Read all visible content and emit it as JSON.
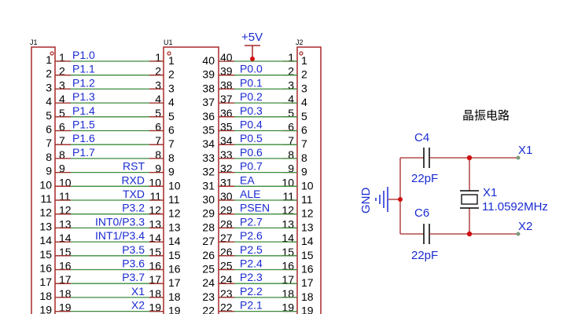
{
  "j1": {
    "ref": "J1",
    "pins": [
      {
        "outer": "1",
        "inner": "1",
        "sig": "P1.0"
      },
      {
        "outer": "2",
        "inner": "2",
        "sig": "P1.1"
      },
      {
        "outer": "3",
        "inner": "3",
        "sig": "P1.2"
      },
      {
        "outer": "4",
        "inner": "4",
        "sig": "P1.3"
      },
      {
        "outer": "5",
        "inner": "5",
        "sig": "P1.4"
      },
      {
        "outer": "6",
        "inner": "6",
        "sig": "P1.5"
      },
      {
        "outer": "7",
        "inner": "7",
        "sig": "P1.6"
      },
      {
        "outer": "8",
        "inner": "8",
        "sig": "P1.7"
      },
      {
        "outer": "9",
        "inner": "9",
        "sig": ""
      },
      {
        "outer": "10",
        "inner": "10",
        "sig": ""
      },
      {
        "outer": "11",
        "inner": "11",
        "sig": ""
      },
      {
        "outer": "12",
        "inner": "12",
        "sig": ""
      },
      {
        "outer": "13",
        "inner": "13",
        "sig": ""
      },
      {
        "outer": "14",
        "inner": "14",
        "sig": ""
      },
      {
        "outer": "15",
        "inner": "15",
        "sig": ""
      },
      {
        "outer": "16",
        "inner": "16",
        "sig": ""
      },
      {
        "outer": "17",
        "inner": "17",
        "sig": ""
      },
      {
        "outer": "18",
        "inner": "18",
        "sig": ""
      },
      {
        "outer": "19",
        "inner": "19",
        "sig": ""
      }
    ]
  },
  "u1": {
    "ref": "U1",
    "left_pins": [
      {
        "outer": "1",
        "inner": "1",
        "sig": ""
      },
      {
        "outer": "2",
        "inner": "2",
        "sig": ""
      },
      {
        "outer": "3",
        "inner": "3",
        "sig": ""
      },
      {
        "outer": "4",
        "inner": "4",
        "sig": ""
      },
      {
        "outer": "5",
        "inner": "5",
        "sig": ""
      },
      {
        "outer": "6",
        "inner": "6",
        "sig": ""
      },
      {
        "outer": "7",
        "inner": "7",
        "sig": ""
      },
      {
        "outer": "8",
        "inner": "8",
        "sig": ""
      },
      {
        "outer": "9",
        "inner": "9",
        "sig": "RST"
      },
      {
        "outer": "10",
        "inner": "10",
        "sig": "RXD"
      },
      {
        "outer": "11",
        "inner": "11",
        "sig": "TXD"
      },
      {
        "outer": "12",
        "inner": "12",
        "sig": "P3.2"
      },
      {
        "outer": "13",
        "inner": "13",
        "sig": "INT0/P3.3"
      },
      {
        "outer": "14",
        "inner": "14",
        "sig": "INT1/P3.4"
      },
      {
        "outer": "15",
        "inner": "15",
        "sig": "P3.5"
      },
      {
        "outer": "16",
        "inner": "16",
        "sig": "P3.6"
      },
      {
        "outer": "17",
        "inner": "17",
        "sig": "P3.7"
      },
      {
        "outer": "18",
        "inner": "18",
        "sig": "X1"
      },
      {
        "outer": "19",
        "inner": "19",
        "sig": "X2"
      }
    ],
    "right_pins": [
      {
        "outer": "40",
        "inner": "40",
        "sig": ""
      },
      {
        "outer": "39",
        "inner": "39",
        "sig": "P0.0"
      },
      {
        "outer": "38",
        "inner": "38",
        "sig": "P0.1"
      },
      {
        "outer": "37",
        "inner": "37",
        "sig": "P0.2"
      },
      {
        "outer": "36",
        "inner": "36",
        "sig": "P0.3"
      },
      {
        "outer": "35",
        "inner": "35",
        "sig": "P0.4"
      },
      {
        "outer": "34",
        "inner": "34",
        "sig": "P0.5"
      },
      {
        "outer": "33",
        "inner": "33",
        "sig": "P0.6"
      },
      {
        "outer": "32",
        "inner": "32",
        "sig": "P0.7"
      },
      {
        "outer": "31",
        "inner": "31",
        "sig": "EA"
      },
      {
        "outer": "30",
        "inner": "30",
        "sig": "ALE"
      },
      {
        "outer": "29",
        "inner": "29",
        "sig": "PSEN"
      },
      {
        "outer": "28",
        "inner": "28",
        "sig": "P2.7"
      },
      {
        "outer": "27",
        "inner": "27",
        "sig": "P2.6"
      },
      {
        "outer": "26",
        "inner": "26",
        "sig": "P2.5"
      },
      {
        "outer": "25",
        "inner": "25",
        "sig": "P2.4"
      },
      {
        "outer": "24",
        "inner": "24",
        "sig": "P2.3"
      },
      {
        "outer": "23",
        "inner": "23",
        "sig": "P2.2"
      },
      {
        "outer": "22",
        "inner": "22",
        "sig": "P2.1"
      }
    ]
  },
  "j2": {
    "ref": "J2",
    "pins": [
      "1",
      "2",
      "3",
      "4",
      "5",
      "6",
      "7",
      "8",
      "9",
      "10",
      "11",
      "12",
      "13",
      "14",
      "15",
      "16",
      "17",
      "18",
      "19"
    ]
  },
  "power": {
    "label": "+5V"
  },
  "oscillator": {
    "title": "晶振电路",
    "c4": {
      "ref": "C4",
      "value": "22pF"
    },
    "c6": {
      "ref": "C6",
      "value": "22pF"
    },
    "crystal": {
      "ref": "X1",
      "value": "11.0592MHz"
    },
    "gnd": "GND",
    "net_x1": "X1",
    "net_x2": "X2"
  },
  "colors": {
    "wire": "#3c8c3c",
    "body": "#a82828",
    "text_blue": "#1a2bd0",
    "junction": "#d01010",
    "net_end": "#7a9a7a"
  }
}
